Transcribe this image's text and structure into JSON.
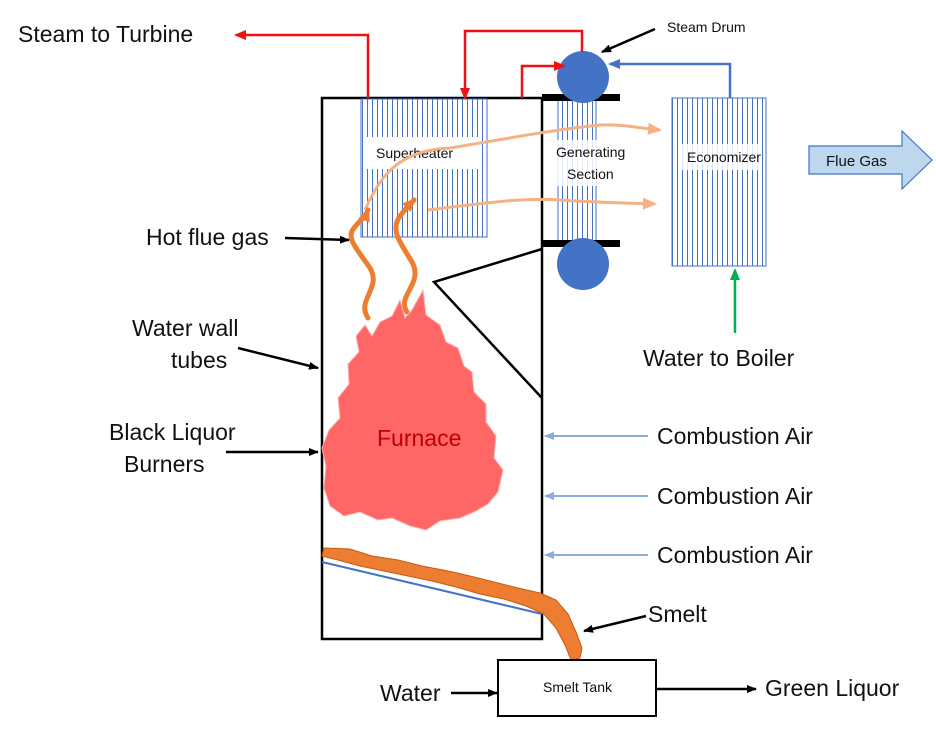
{
  "labels": {
    "steam_to_turbine": "Steam to Turbine",
    "steam_drum": "Steam Drum",
    "superheater": "Superheater",
    "generating_line1": "Generating",
    "generating_line2": "Section",
    "economizer": "Economizer",
    "flue_gas": "Flue Gas",
    "hot_flue_gas": "Hot flue gas",
    "water_wall_line1": "Water wall",
    "water_wall_line2": "tubes",
    "water_to_boiler": "Water to Boiler",
    "black_liquor_line1": "Black Liquor",
    "black_liquor_line2": "Burners",
    "furnace": "Furnace",
    "combustion_air_1": "Combustion Air",
    "combustion_air_2": "Combustion Air",
    "combustion_air_3": "Combustion Air",
    "smelt": "Smelt",
    "smelt_tank": "Smelt Tank",
    "water": "Water",
    "green_liquor": "Green Liquor"
  },
  "colors": {
    "steam_line": "#ee1111",
    "water_line": "#4472c4",
    "feedwater_arrow": "#00b050",
    "air_arrow": "#8faadc",
    "drum": "#4472c4",
    "flame": "#ff6666",
    "smelt": "#ed7d31",
    "hot_gas": "#ed7d31",
    "flue_path": "#f4b183",
    "flue_gas_arrow": "#bdd7ee"
  }
}
